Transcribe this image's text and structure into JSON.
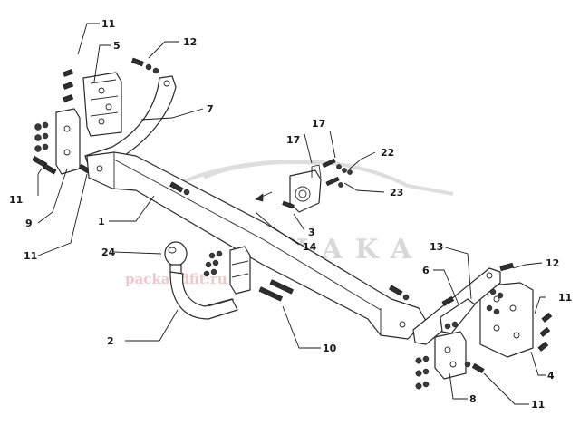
{
  "watermark": {
    "brand": "AHAKA",
    "site": "packandfit.ru"
  },
  "callouts": {
    "c11_top": "11",
    "c5": "5",
    "c12_top": "12",
    "c7": "7",
    "c17_left": "17",
    "c17_right": "17",
    "c22": "22",
    "c23": "23",
    "c11_left_a": "11",
    "c9": "9",
    "c11_left_b": "11",
    "c1": "1",
    "c3": "3",
    "c14": "14",
    "c24": "24",
    "c13": "13",
    "c6": "6",
    "c12_right": "12",
    "c11_right_a": "11",
    "c2": "2",
    "c10": "10",
    "c4": "4",
    "c8": "8",
    "c11_bottom": "11"
  }
}
